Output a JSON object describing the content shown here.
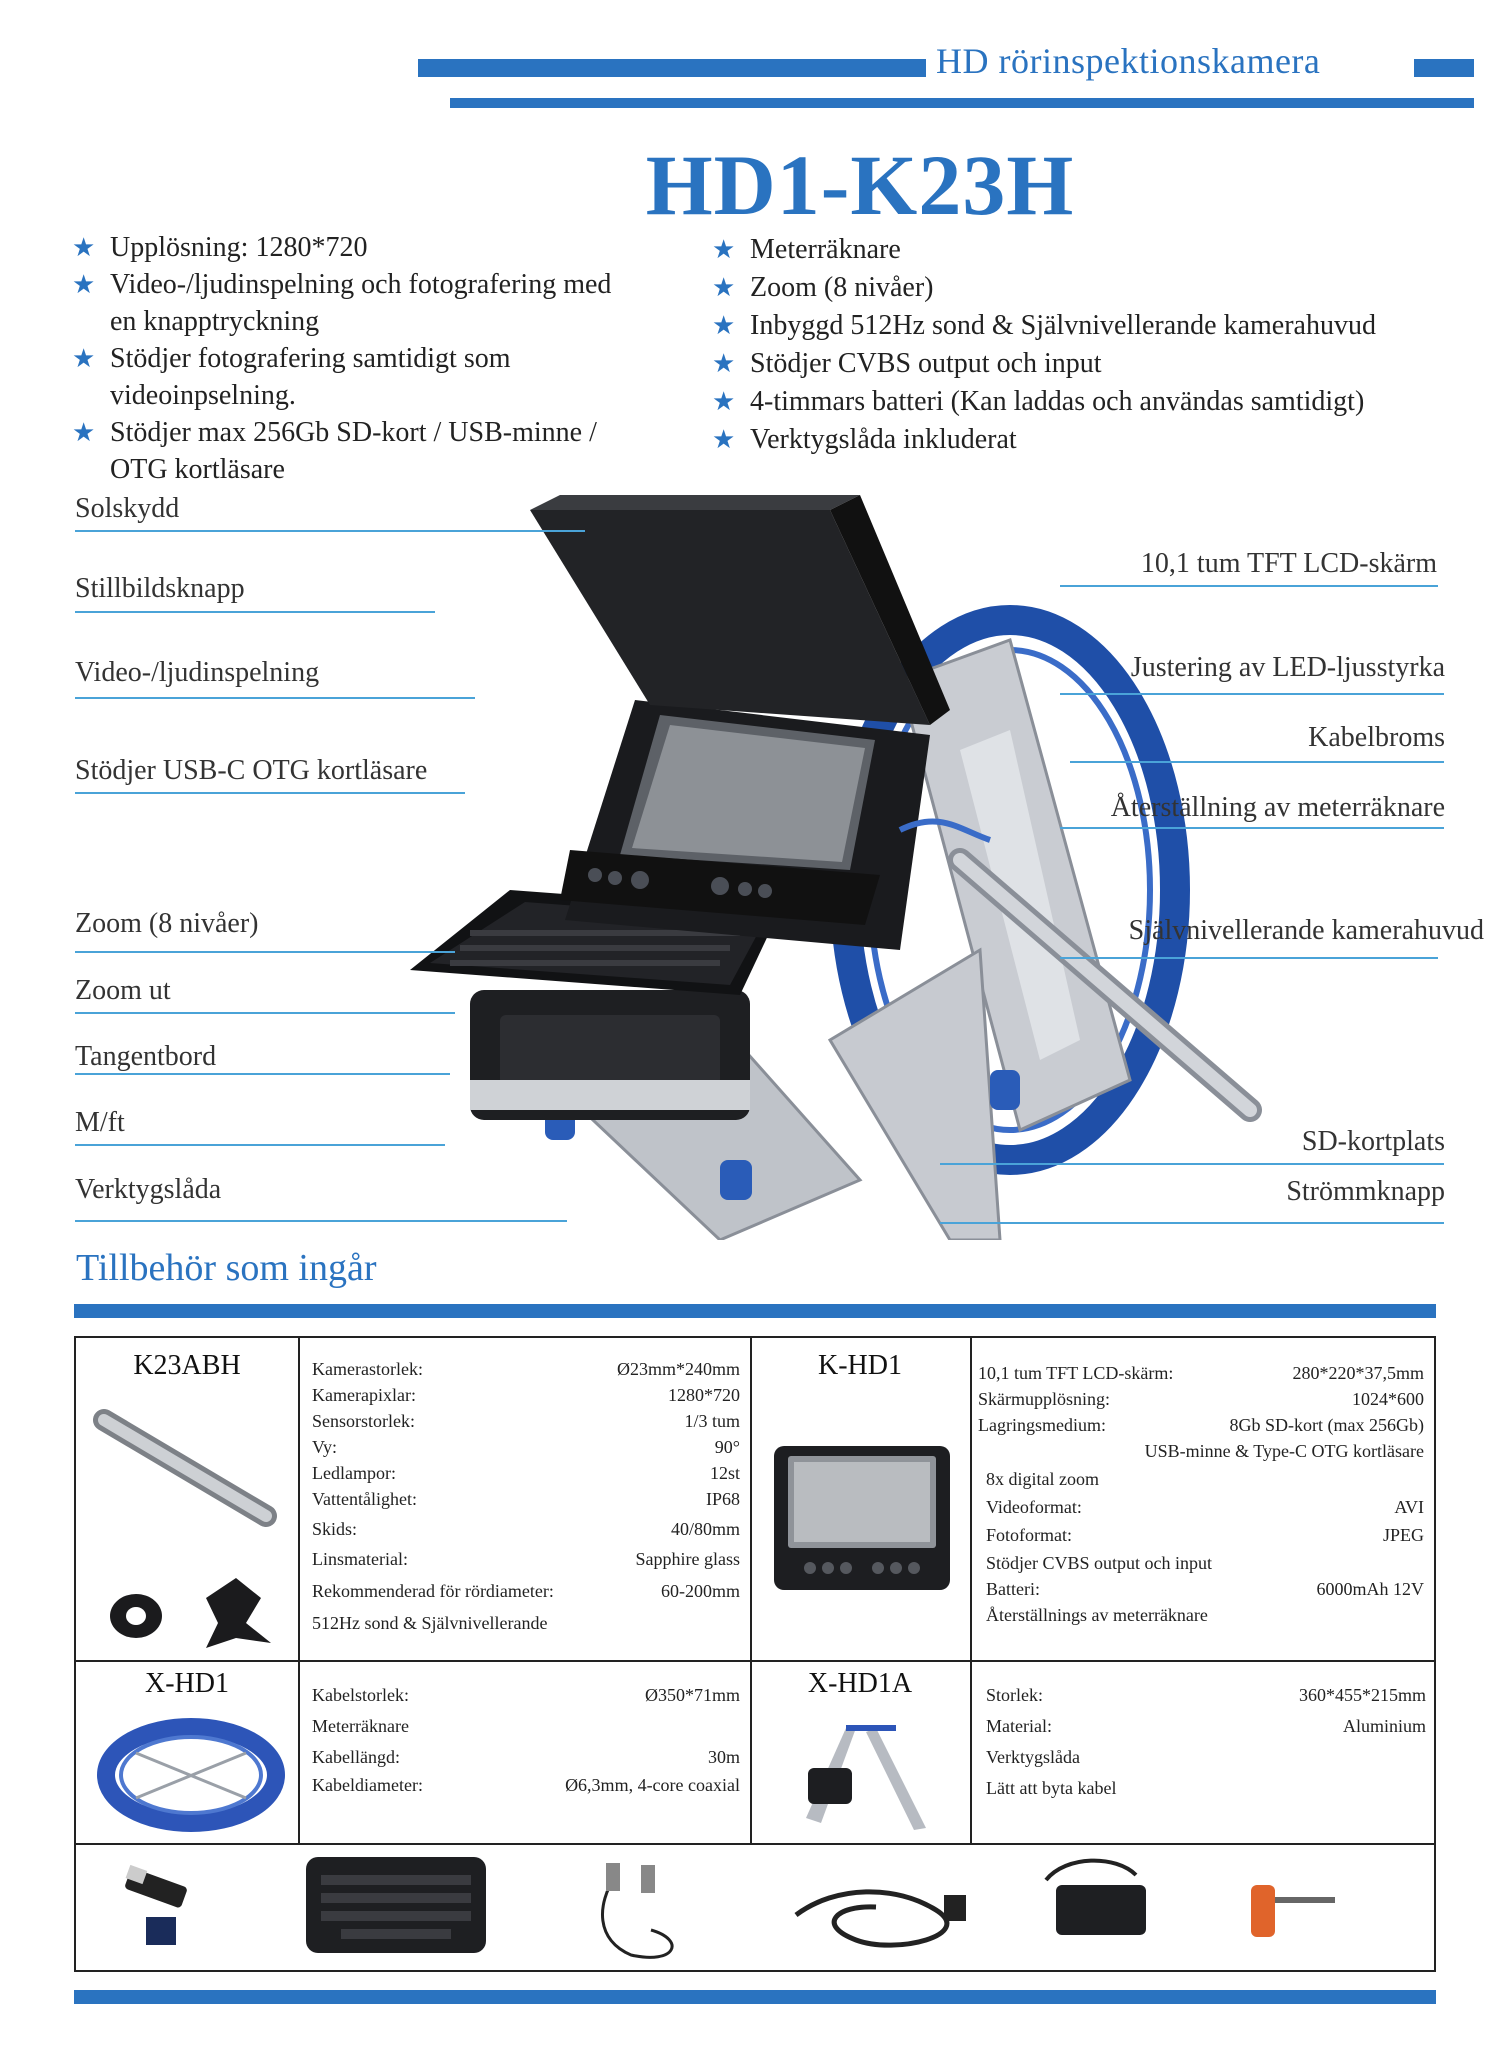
{
  "header": {
    "subtitle": "HD rörinspektionskamera",
    "model": "HD1-K23H"
  },
  "features": {
    "left": [
      "Upplösning: 1280*720",
      "Video-/ljudinspelning och fotografering med en knapptryckning",
      "Stödjer fotografering samtidigt som videoinpselning.",
      "Stödjer max 256Gb SD-kort / USB-minne / OTG kortläsare"
    ],
    "right": [
      "Meterräknare",
      "Zoom (8 nivåer)",
      "Inbyggd 512Hz sond & Självnivellerande kamerahuvud",
      "Stödjer CVBS output och input",
      "4-timmars batteri (Kan laddas och användas samtidigt)",
      "Verktygslåda inkluderat"
    ]
  },
  "callouts": {
    "left": [
      "Solskydd",
      "Stillbildsknapp",
      "Video-/ljudinspelning",
      "Stödjer USB-C OTG kortläsare",
      "Zoom (8 nivåer)",
      "Zoom ut",
      "Tangentbord",
      "M/ft",
      "Verktygslåda"
    ],
    "right": [
      "10,1 tum TFT LCD-skärm",
      "Justering av LED-ljusstyrka",
      "Kabelbroms",
      "Återställning av meterräknare",
      "Självnivellerande kamerahuvud",
      "SD-kortplats",
      "Strömmknapp"
    ]
  },
  "accessories": {
    "title": "Tillbehör som ingår",
    "k23abh": {
      "name": "K23ABH",
      "specs": [
        {
          "k": "Kamerastorlek:",
          "v": "Ø23mm*240mm"
        },
        {
          "k": "Kamerapixlar:",
          "v": "1280*720"
        },
        {
          "k": "Sensorstorlek:",
          "v": "1/3 tum"
        },
        {
          "k": "Vy:",
          "v": "90°"
        },
        {
          "k": "Ledlampor:",
          "v": "12st"
        },
        {
          "k": "Vattentålighet:",
          "v": "IP68"
        },
        {
          "k": "Skids:",
          "v": "40/80mm"
        },
        {
          "k": "Linsmaterial:",
          "v": "Sapphire glass"
        },
        {
          "k": "Rekommenderad för rördiameter:",
          "v": "60-200mm"
        }
      ],
      "extra": "512Hz sond & Självnivellerande"
    },
    "khd1": {
      "name": "K-HD1",
      "specs": [
        {
          "k": "10,1 tum TFT LCD-skärm:",
          "v": "280*220*37,5mm"
        },
        {
          "k": "Skärmupplösning:",
          "v": "1024*600"
        },
        {
          "k": "Lagringsmedium:",
          "v": "8Gb SD-kort (max 256Gb)"
        }
      ],
      "storage_extra": "USB-minne & Type-C OTG kortläsare",
      "zoom": "8x digital zoom",
      "specs2": [
        {
          "k": "Videoformat:",
          "v": "AVI"
        },
        {
          "k": "Fotoformat:",
          "v": "JPEG"
        }
      ],
      "cvbs": "Stödjer CVBS output och input",
      "battery": {
        "k": "Batteri:",
        "v": "6000mAh 12V"
      },
      "reset": "Återställnings av meterräknare"
    },
    "xhd1": {
      "name": "X-HD1",
      "specs": [
        {
          "k": "Kabelstorlek:",
          "v": "Ø350*71mm"
        },
        {
          "k": "Meterräknare",
          "v": ""
        },
        {
          "k": "Kabellängd:",
          "v": "30m"
        },
        {
          "k": "Kabeldiameter:",
          "v": "Ø6,3mm, 4-core coaxial"
        }
      ]
    },
    "xhd1a": {
      "name": "X-HD1A",
      "specs": [
        {
          "k": "Storlek:",
          "v": "360*455*215mm"
        },
        {
          "k": "Material:",
          "v": "Aluminium"
        },
        {
          "k": "Verktygslåda",
          "v": ""
        },
        {
          "k": "Lätt att byta kabel",
          "v": ""
        }
      ]
    }
  },
  "colors": {
    "accent": "#2a73c0",
    "line": "#4aa3d8"
  }
}
